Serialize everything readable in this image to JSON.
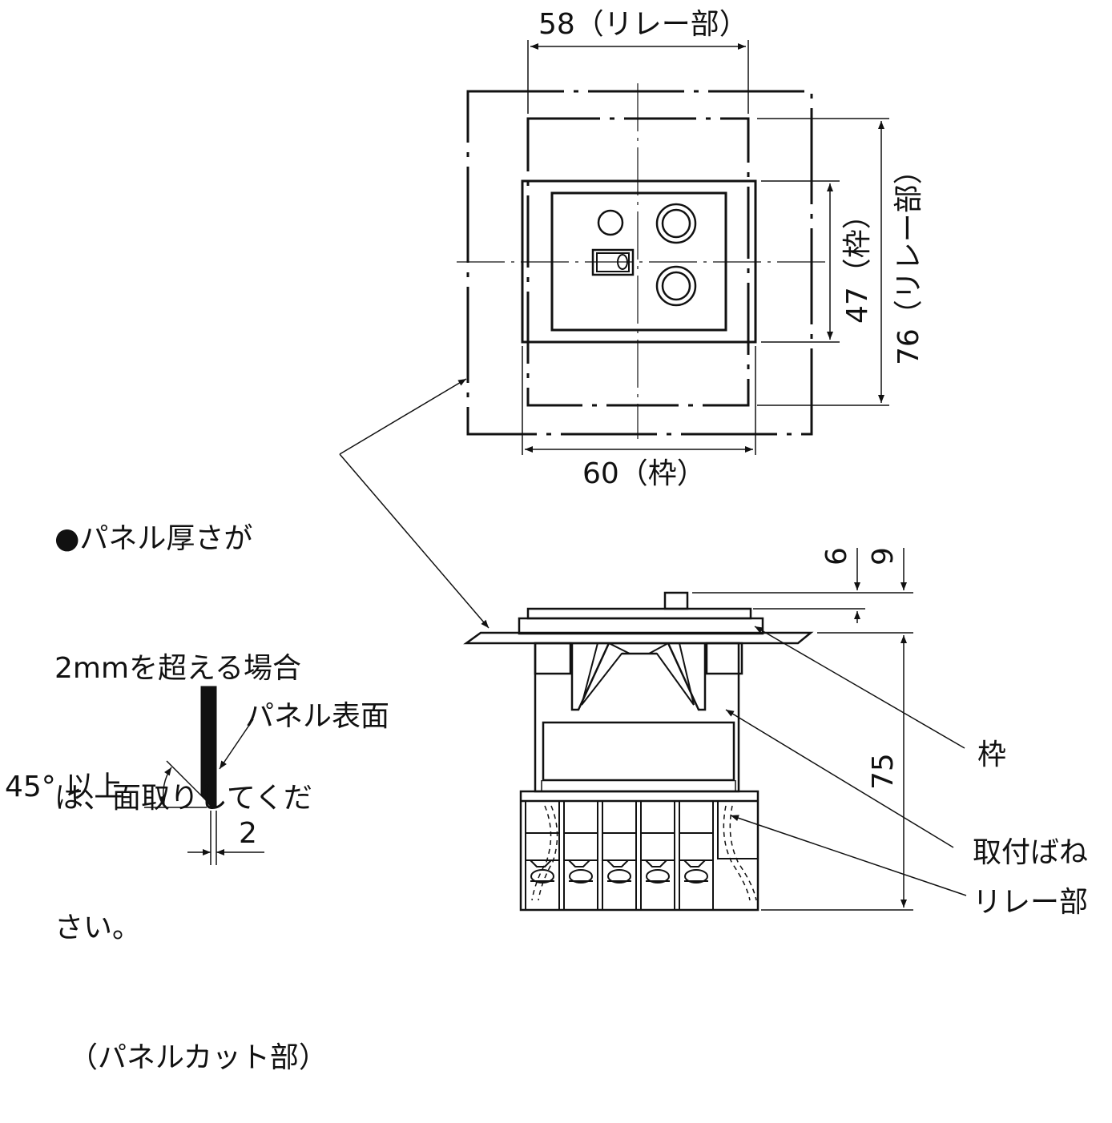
{
  "top_view": {
    "dim_relay_width": "58（リレー部）",
    "dim_frame_width": "60（枠）",
    "dim_frame_height": "47（枠）",
    "dim_relay_height": "76（リレー部）"
  },
  "note": {
    "lines": [
      "●パネル厚さが",
      "2mmを超える場合",
      "は、面取りしてくだ",
      "さい。",
      "（パネルカット部）"
    ]
  },
  "chamfer": {
    "surface_label": "パネル表面",
    "angle_label": "45° 以上",
    "thickness_label": "2"
  },
  "side_view": {
    "dim_6": "6",
    "dim_9": "9",
    "dim_75": "75",
    "label_frame": "枠",
    "label_spring": "取付ばね",
    "label_relay": "リレー部"
  }
}
